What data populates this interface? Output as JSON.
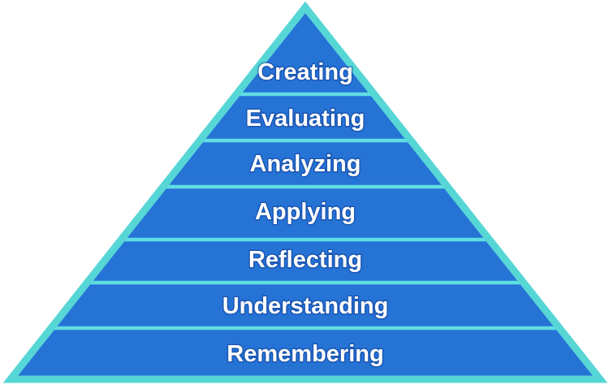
{
  "diagram": {
    "levels": [
      {
        "label": "Creating"
      },
      {
        "label": "Evaluating"
      },
      {
        "label": "Analyzing"
      },
      {
        "label": "Applying"
      },
      {
        "label": "Reflecting"
      },
      {
        "label": "Understanding"
      },
      {
        "label": "Remembering"
      }
    ]
  },
  "colors": {
    "pyramid_fill": "#2673d6",
    "border": "#57d6d6",
    "divider": "#5fdee2",
    "label_text": "#ffffff",
    "background": "#ffffff"
  }
}
